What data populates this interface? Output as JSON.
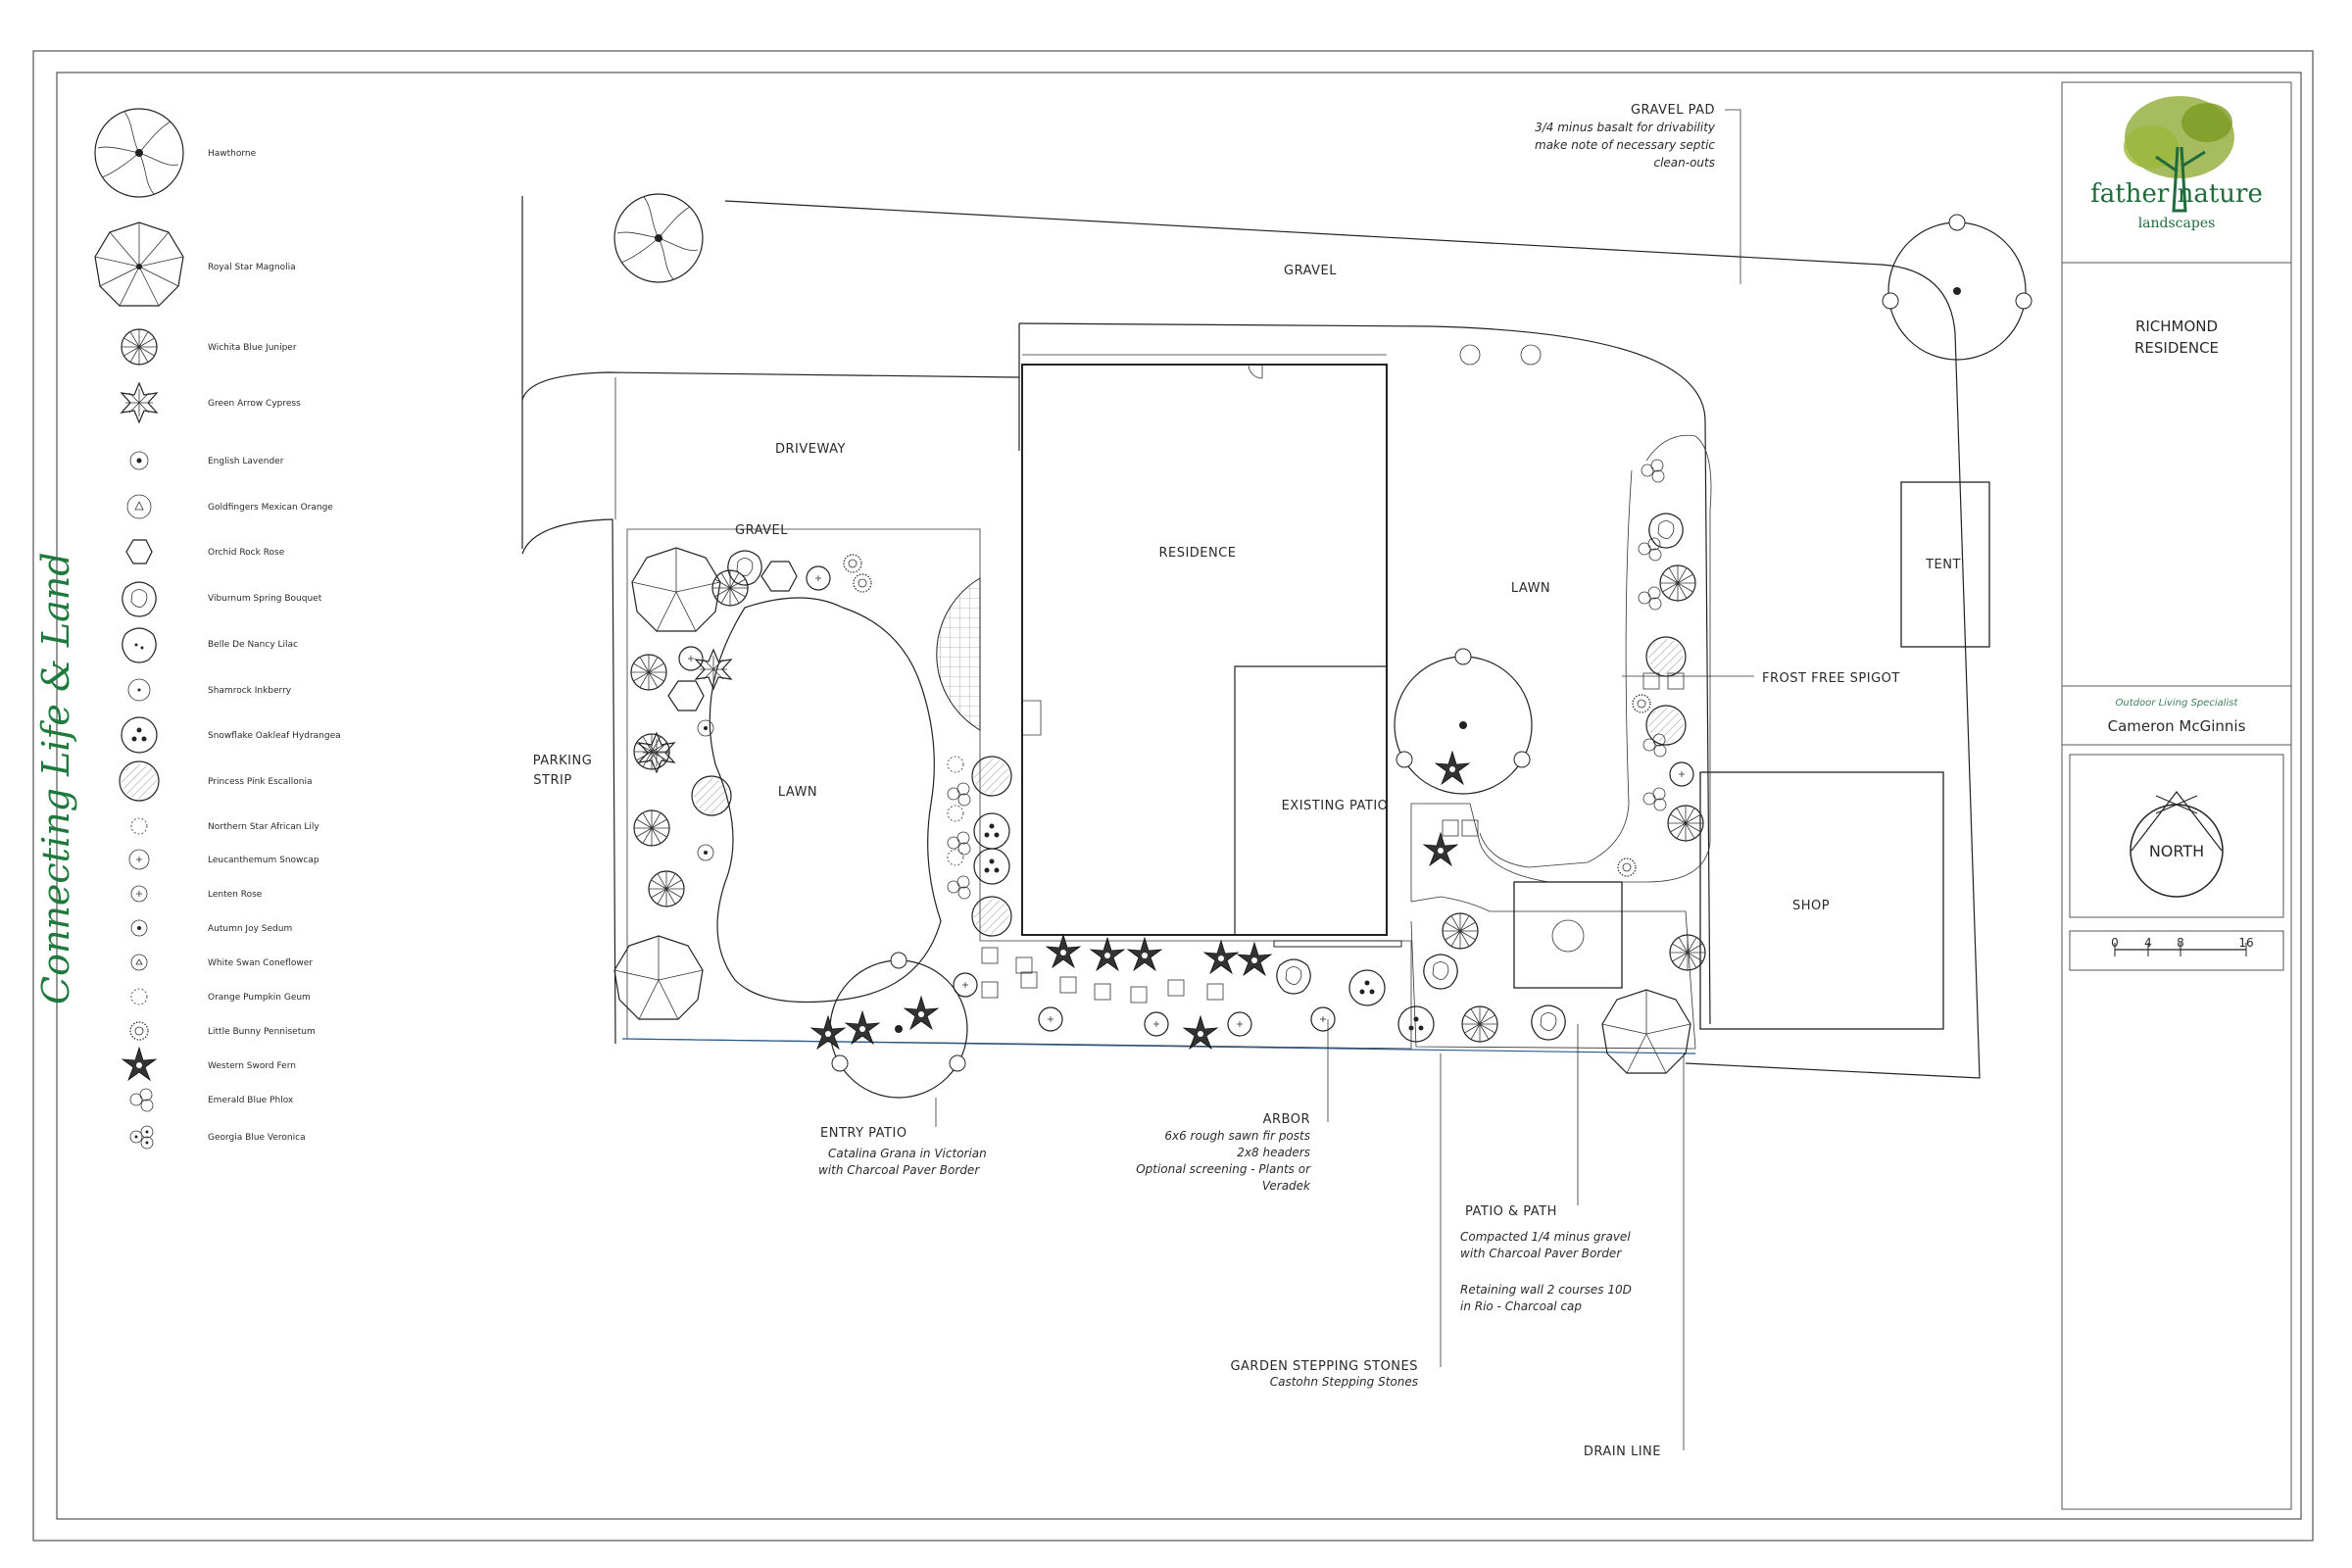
{
  "tagline": "Connecting Life & Land",
  "title_block": {
    "logo_line1": "father nature",
    "logo_line2": "landscapes",
    "project_line1": "RICHMOND",
    "project_line2": "RESIDENCE",
    "designer_role": "Outdoor Living Specialist",
    "designer_name": "Cameron McGinnis",
    "north_label": "NORTH",
    "scale_ticks": [
      "0",
      "4",
      "8",
      "16"
    ]
  },
  "legend": [
    {
      "symbol": "hawthorne",
      "label": "Hawthorne"
    },
    {
      "symbol": "magnolia",
      "label": "Royal Star Magnolia"
    },
    {
      "symbol": "juniper",
      "label": "Wichita Blue Juniper"
    },
    {
      "symbol": "cypress",
      "label": "Green Arrow Cypress"
    },
    {
      "symbol": "lavender",
      "label": "English Lavender"
    },
    {
      "symbol": "orange",
      "label": "Goldfingers Mexican Orange"
    },
    {
      "symbol": "rockrose",
      "label": "Orchid Rock Rose"
    },
    {
      "symbol": "viburnum",
      "label": "Viburnum Spring Bouquet"
    },
    {
      "symbol": "lilac",
      "label": "Belle De Nancy Lilac"
    },
    {
      "symbol": "inkberry",
      "label": "Shamrock Inkberry"
    },
    {
      "symbol": "hydrangea",
      "label": "Snowflake Oakleaf Hydrangea"
    },
    {
      "symbol": "escallonia",
      "label": "Princess Pink Escallonia"
    },
    {
      "symbol": "lily",
      "label": "Northern Star African Lily"
    },
    {
      "symbol": "snowcap",
      "label": "Leucanthemum Snowcap"
    },
    {
      "symbol": "rose",
      "label": "Lenten Rose"
    },
    {
      "symbol": "sedum",
      "label": "Autumn Joy Sedum"
    },
    {
      "symbol": "coneflower",
      "label": "White Swan Coneflower"
    },
    {
      "symbol": "geum",
      "label": "Orange Pumpkin Geum"
    },
    {
      "symbol": "pennisetum",
      "label": "Little Bunny Pennisetum"
    },
    {
      "symbol": "fern",
      "label": "Western Sword Fern"
    },
    {
      "symbol": "phlox",
      "label": "Emerald Blue Phlox"
    },
    {
      "symbol": "veronica",
      "label": "Georgia Blue Veronica"
    }
  ],
  "plan_labels": {
    "gravel_top": "GRAVEL",
    "driveway": "DRIVEWAY",
    "gravel_left": "GRAVEL",
    "parking_strip_1": "PARKING",
    "parking_strip_2": "STRIP",
    "lawn_left": "LAWN",
    "residence": "RESIDENCE",
    "existing_patio": "EXISTING PATIO",
    "lawn_right": "LAWN",
    "tent": "TENT",
    "shop": "SHOP"
  },
  "notes": {
    "gravel_pad": {
      "title": "GRAVEL PAD",
      "lines": [
        "3/4 minus basalt for drivability",
        "make note of necessary septic",
        "clean-outs"
      ]
    },
    "frost_free": {
      "title": "FROST FREE SPIGOT"
    },
    "entry_patio": {
      "title": "ENTRY PATIO",
      "lines": [
        "Catalina Grana in Victorian",
        "with Charcoal Paver Border"
      ]
    },
    "arbor": {
      "title": "ARBOR",
      "lines": [
        "6x6 rough sawn fir posts",
        "2x8 headers",
        "Optional screening - Plants or",
        "Veradek"
      ]
    },
    "patio_path": {
      "title": "PATIO & PATH",
      "lines": [
        "Compacted 1/4 minus gravel",
        "with Charcoal Paver Border",
        "",
        "Retaining wall 2 courses 10D",
        "in Rio - Charcoal cap"
      ]
    },
    "stepping_stones": {
      "title": "GARDEN STEPPING STONES",
      "lines": [
        "Castohn Stepping Stones"
      ]
    },
    "drain_line": {
      "title": "DRAIN LINE"
    }
  },
  "colors": {
    "brand_green": "#1e7a3c",
    "logo_tree": "#8aa62a",
    "linework": "#222222"
  }
}
